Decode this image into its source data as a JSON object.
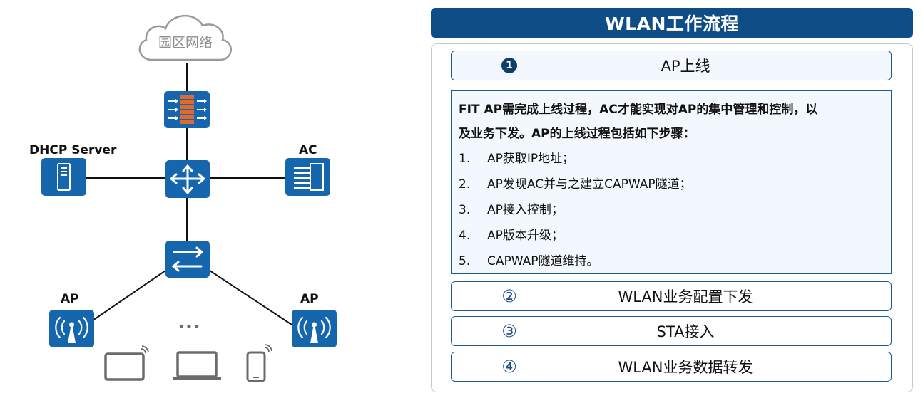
{
  "diagram": {
    "cloud_label": "园区网络",
    "dhcp_label": "DHCP Server",
    "ac_label": "AC",
    "ap_left_label": "AP",
    "ap_right_label": "AP",
    "ellipsis": "•••",
    "icons": [
      "cloud-icon",
      "firewall-icon",
      "core-switch-icon",
      "dhcp-server-icon",
      "ac-controller-icon",
      "access-switch-icon",
      "ap-icon",
      "tablet-icon",
      "laptop-icon",
      "phone-icon"
    ],
    "colors": {
      "device": "#1566ad",
      "firewall_bricks": "#e06a2b",
      "cloud": "#9a9a9a",
      "clients": "#6b6b6b",
      "links": "#111111"
    }
  },
  "panel": {
    "title": "WLAN工作流程",
    "colors": {
      "header": "#0f4d87",
      "step_border": "#1d5a92",
      "active_bg": "#f2f8fd"
    },
    "steps": [
      {
        "number": "1",
        "label": "AP上线"
      },
      {
        "number": "②",
        "label": "WLAN业务配置下发"
      },
      {
        "number": "③",
        "label": "STA接入"
      },
      {
        "number": "④",
        "label": "WLAN业务数据转发"
      }
    ],
    "detail": {
      "intro_line1": "FIT AP需完成上线过程，AC才能实现对AP的集中管理和控制，以",
      "intro_line2": "及业务下发。AP的上线过程包括如下步骤：",
      "items": [
        {
          "num": "1.",
          "text": "AP获取IP地址；"
        },
        {
          "num": "2.",
          "text": "AP发现AC并与之建立CAPWAP隧道；"
        },
        {
          "num": "3.",
          "text": "AP接入控制；"
        },
        {
          "num": "4.",
          "text": "AP版本升级；"
        },
        {
          "num": "5.",
          "text": "CAPWAP隧道维持。"
        }
      ]
    }
  }
}
